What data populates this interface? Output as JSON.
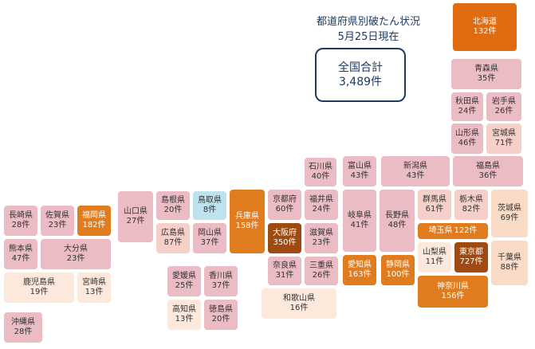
{
  "title": {
    "line1": "都道府県別破たん状況",
    "line2": "5月25日現在"
  },
  "total": {
    "label": "全国合計",
    "value": "3,489件"
  },
  "prefectures": [
    {
      "id": "hokkaido",
      "name": "北海道",
      "count": "132件"
    },
    {
      "id": "aomori",
      "name": "青森県",
      "count": "35件"
    },
    {
      "id": "akita",
      "name": "秋田県",
      "count": "24件"
    },
    {
      "id": "iwate",
      "name": "岩手県",
      "count": "26件"
    },
    {
      "id": "yamagata",
      "name": "山形県",
      "count": "46件"
    },
    {
      "id": "miyagi",
      "name": "宮城県",
      "count": "71件"
    },
    {
      "id": "ishikawa",
      "name": "石川県",
      "count": "40件"
    },
    {
      "id": "toyama",
      "name": "富山県",
      "count": "43件"
    },
    {
      "id": "niigata",
      "name": "新潟県",
      "count": "43件"
    },
    {
      "id": "fukushima",
      "name": "福島県",
      "count": "36件"
    },
    {
      "id": "nagasaki",
      "name": "長崎県",
      "count": "28件"
    },
    {
      "id": "saga",
      "name": "佐賀県",
      "count": "23件"
    },
    {
      "id": "fukuoka",
      "name": "福岡県",
      "count": "182件"
    },
    {
      "id": "yamaguchi",
      "name": "山口県",
      "count": "27件"
    },
    {
      "id": "shimane",
      "name": "島根県",
      "count": "20件"
    },
    {
      "id": "tottori",
      "name": "鳥取県",
      "count": "8件"
    },
    {
      "id": "hyogo",
      "name": "兵庫県",
      "count": "158件"
    },
    {
      "id": "kyoto",
      "name": "京都府",
      "count": "60件"
    },
    {
      "id": "fukui",
      "name": "福井県",
      "count": "24件"
    },
    {
      "id": "gifu",
      "name": "岐阜県",
      "count": "41件"
    },
    {
      "id": "nagano",
      "name": "長野県",
      "count": "48件"
    },
    {
      "id": "gunma",
      "name": "群馬県",
      "count": "61件"
    },
    {
      "id": "tochigi",
      "name": "栃木県",
      "count": "82件"
    },
    {
      "id": "ibaraki",
      "name": "茨城県",
      "count": "69件"
    },
    {
      "id": "kumamoto",
      "name": "熊本県",
      "count": "47件"
    },
    {
      "id": "oita",
      "name": "大分県",
      "count": "23件"
    },
    {
      "id": "hiroshima",
      "name": "広島県",
      "count": "87件"
    },
    {
      "id": "okayama",
      "name": "岡山県",
      "count": "37件"
    },
    {
      "id": "osaka",
      "name": "大阪府",
      "count": "350件"
    },
    {
      "id": "shiga",
      "name": "滋賀県",
      "count": "23件"
    },
    {
      "id": "saitama",
      "name": "埼玉県",
      "count": "122件"
    },
    {
      "id": "kagoshima",
      "name": "鹿児島県",
      "count": "19件"
    },
    {
      "id": "miyazaki",
      "name": "宮崎県",
      "count": "13件"
    },
    {
      "id": "nara",
      "name": "奈良県",
      "count": "31件"
    },
    {
      "id": "mie",
      "name": "三重県",
      "count": "26件"
    },
    {
      "id": "aichi",
      "name": "愛知県",
      "count": "163件"
    },
    {
      "id": "shizuoka",
      "name": "静岡県",
      "count": "100件"
    },
    {
      "id": "yamanashi",
      "name": "山梨県",
      "count": "11件"
    },
    {
      "id": "tokyo",
      "name": "東京都",
      "count": "727件"
    },
    {
      "id": "chiba",
      "name": "千葉県",
      "count": "88件"
    },
    {
      "id": "ehime",
      "name": "愛媛県",
      "count": "25件"
    },
    {
      "id": "kagawa",
      "name": "香川県",
      "count": "37件"
    },
    {
      "id": "kochi",
      "name": "高知県",
      "count": "13件"
    },
    {
      "id": "tokushima",
      "name": "徳島県",
      "count": "20件"
    },
    {
      "id": "wakayama",
      "name": "和歌山県",
      "count": "16件"
    },
    {
      "id": "kanagawa",
      "name": "神奈川県",
      "count": "156件"
    },
    {
      "id": "okinawa",
      "name": "沖縄県",
      "count": "28件"
    }
  ],
  "colors": {
    "lightest": "#fde8dc",
    "light_pink": "#f6d0c8",
    "pink": "#ebbcc4",
    "orange": "#e07b1e",
    "strong_orange": "#e06b10",
    "dark_brown": "#9e4a10",
    "light_blue": "#bfe3ec",
    "title_text": "#1f3a60"
  }
}
